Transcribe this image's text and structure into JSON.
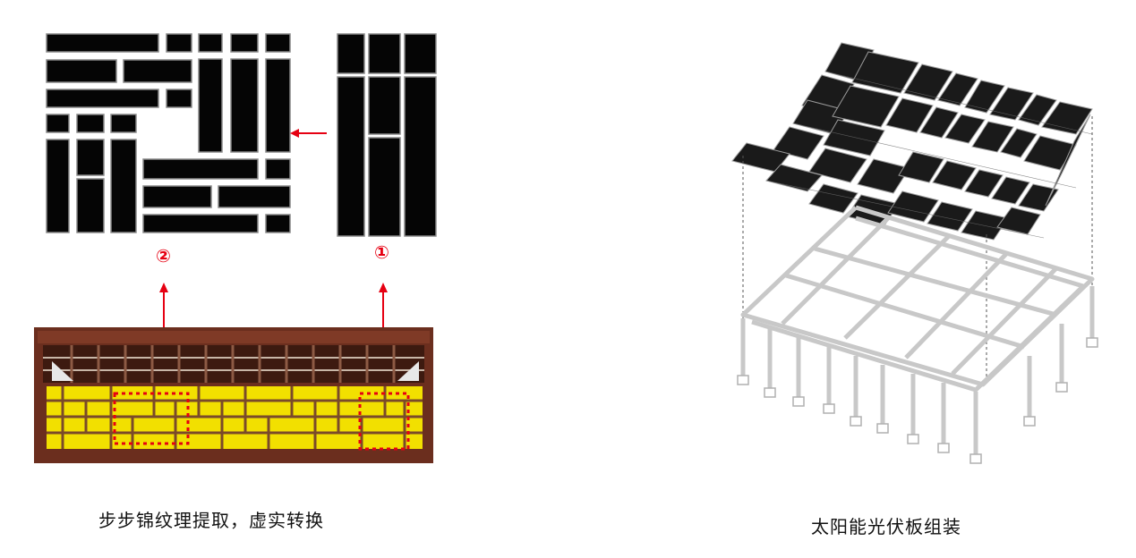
{
  "left_figure": {
    "caption": "步步锦纹理提取，虚实转换",
    "marker_1": "①",
    "marker_2": "②"
  },
  "right_figure": {
    "caption": "太阳能光伏板组装"
  },
  "colors": {
    "accent_red": "#e60012",
    "panel_black": "#050505",
    "photo_yellow": "#f2e000",
    "photo_wood": "#6b2e1e"
  }
}
